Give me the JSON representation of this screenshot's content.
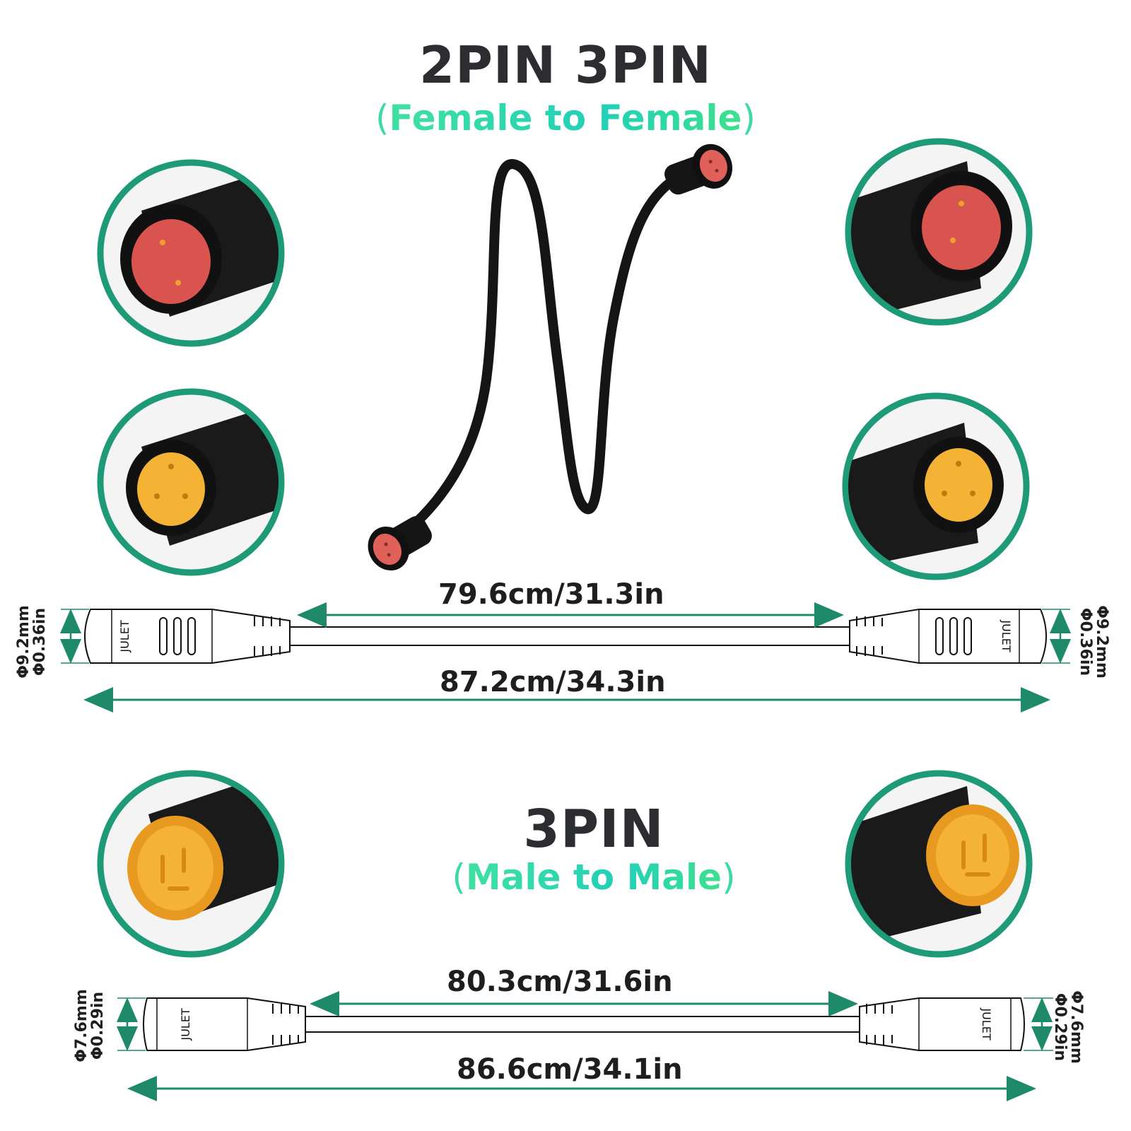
{
  "top": {
    "title": "2PIN 3PIN",
    "subtitle_open": "(",
    "subtitle_text": "Female to Female",
    "subtitle_close": ")",
    "inner_length": "79.6cm/31.3in",
    "total_length": "87.2cm/34.3in",
    "diameter_mm": "Φ9.2mm",
    "diameter_in": "Φ0.36in",
    "brand": "JULET"
  },
  "bottom": {
    "title": "3PIN",
    "subtitle_open": "(",
    "subtitle_text": "Male to Male",
    "subtitle_close": ")",
    "inner_length": "80.3cm/31.6in",
    "total_length": "86.6cm/34.1in",
    "diameter_mm": "Φ7.6mm",
    "diameter_in": "Φ0.29in",
    "brand": "JULET"
  },
  "colors": {
    "accent_green": "#1e8a6a",
    "ring_green": "#1e9a78",
    "connector_red": "#e0605a",
    "connector_yellow": "#f5b335",
    "cable_black": "#151515"
  }
}
